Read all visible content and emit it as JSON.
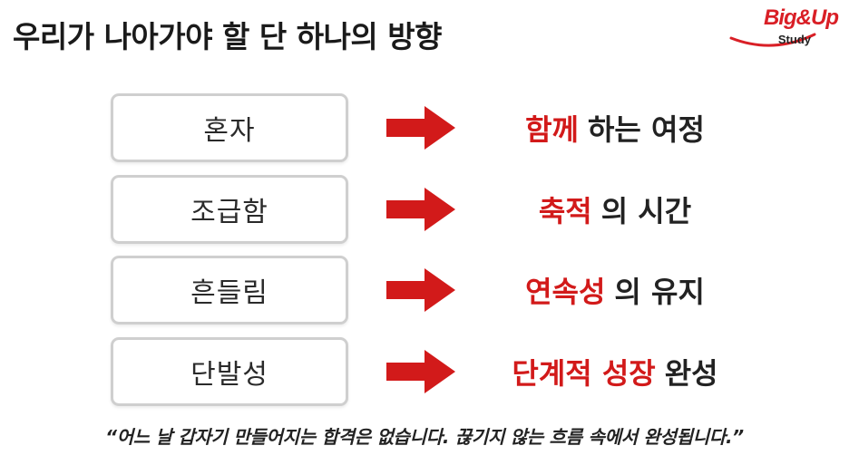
{
  "title": "우리가 나아가야 할 단 하나의 방향",
  "logo": {
    "main": "Big&Up",
    "sub": "Study",
    "color": "#d91f26"
  },
  "rows": [
    {
      "from": "혼자",
      "highlight": "함께",
      "rest": "하는 여정"
    },
    {
      "from": "조급함",
      "highlight": "축적",
      "rest": "의 시간"
    },
    {
      "from": "흔들림",
      "highlight": "연속성",
      "rest": "의 유지"
    },
    {
      "from": "단발성",
      "highlight": "단계적 성장",
      "rest": "완성"
    }
  ],
  "arrow_icon": "right-arrow-icon",
  "accent_color": "#d21a1a",
  "quote": "“어느 날 갑자기 만들어지는 합격은 없습니다. 끊기지 않는 흐름 속에서 완성됩니다.”"
}
